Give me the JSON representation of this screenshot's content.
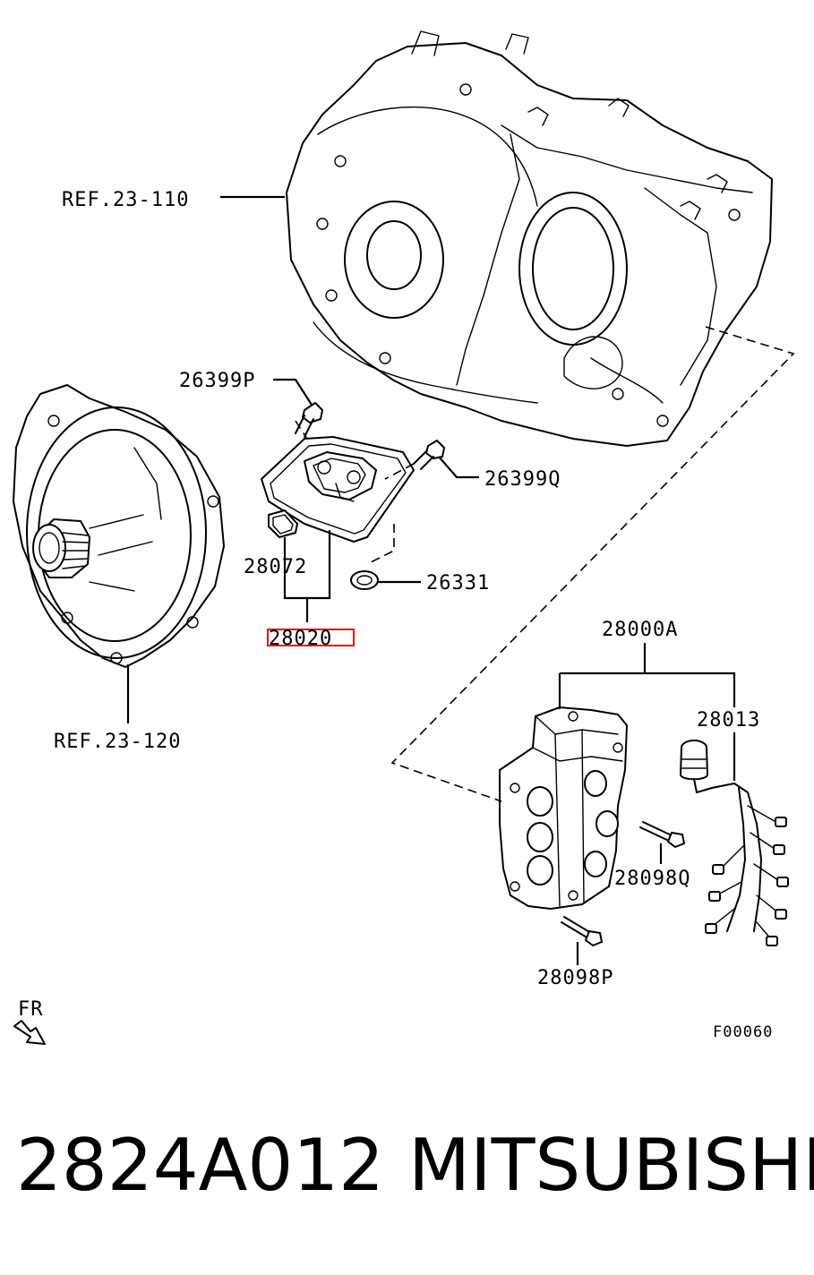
{
  "labels": {
    "ref_23_110": "REF.23-110",
    "ref_23_120": "REF.23-120",
    "p26399P": "26399P",
    "p26399Q": "26399Q",
    "p28072": "28072",
    "p26331": "26331",
    "p28020": "28020",
    "p28000A": "28000A",
    "p28013": "28013",
    "p28098Q": "28098Q",
    "p28098P": "28098P",
    "fr": "FR",
    "figure_code": "F00060"
  },
  "caption": {
    "part_number": "2824A012",
    "brand": "MITSUBISHI"
  },
  "colors": {
    "highlight": "#e01b1b",
    "line": "#000000"
  }
}
